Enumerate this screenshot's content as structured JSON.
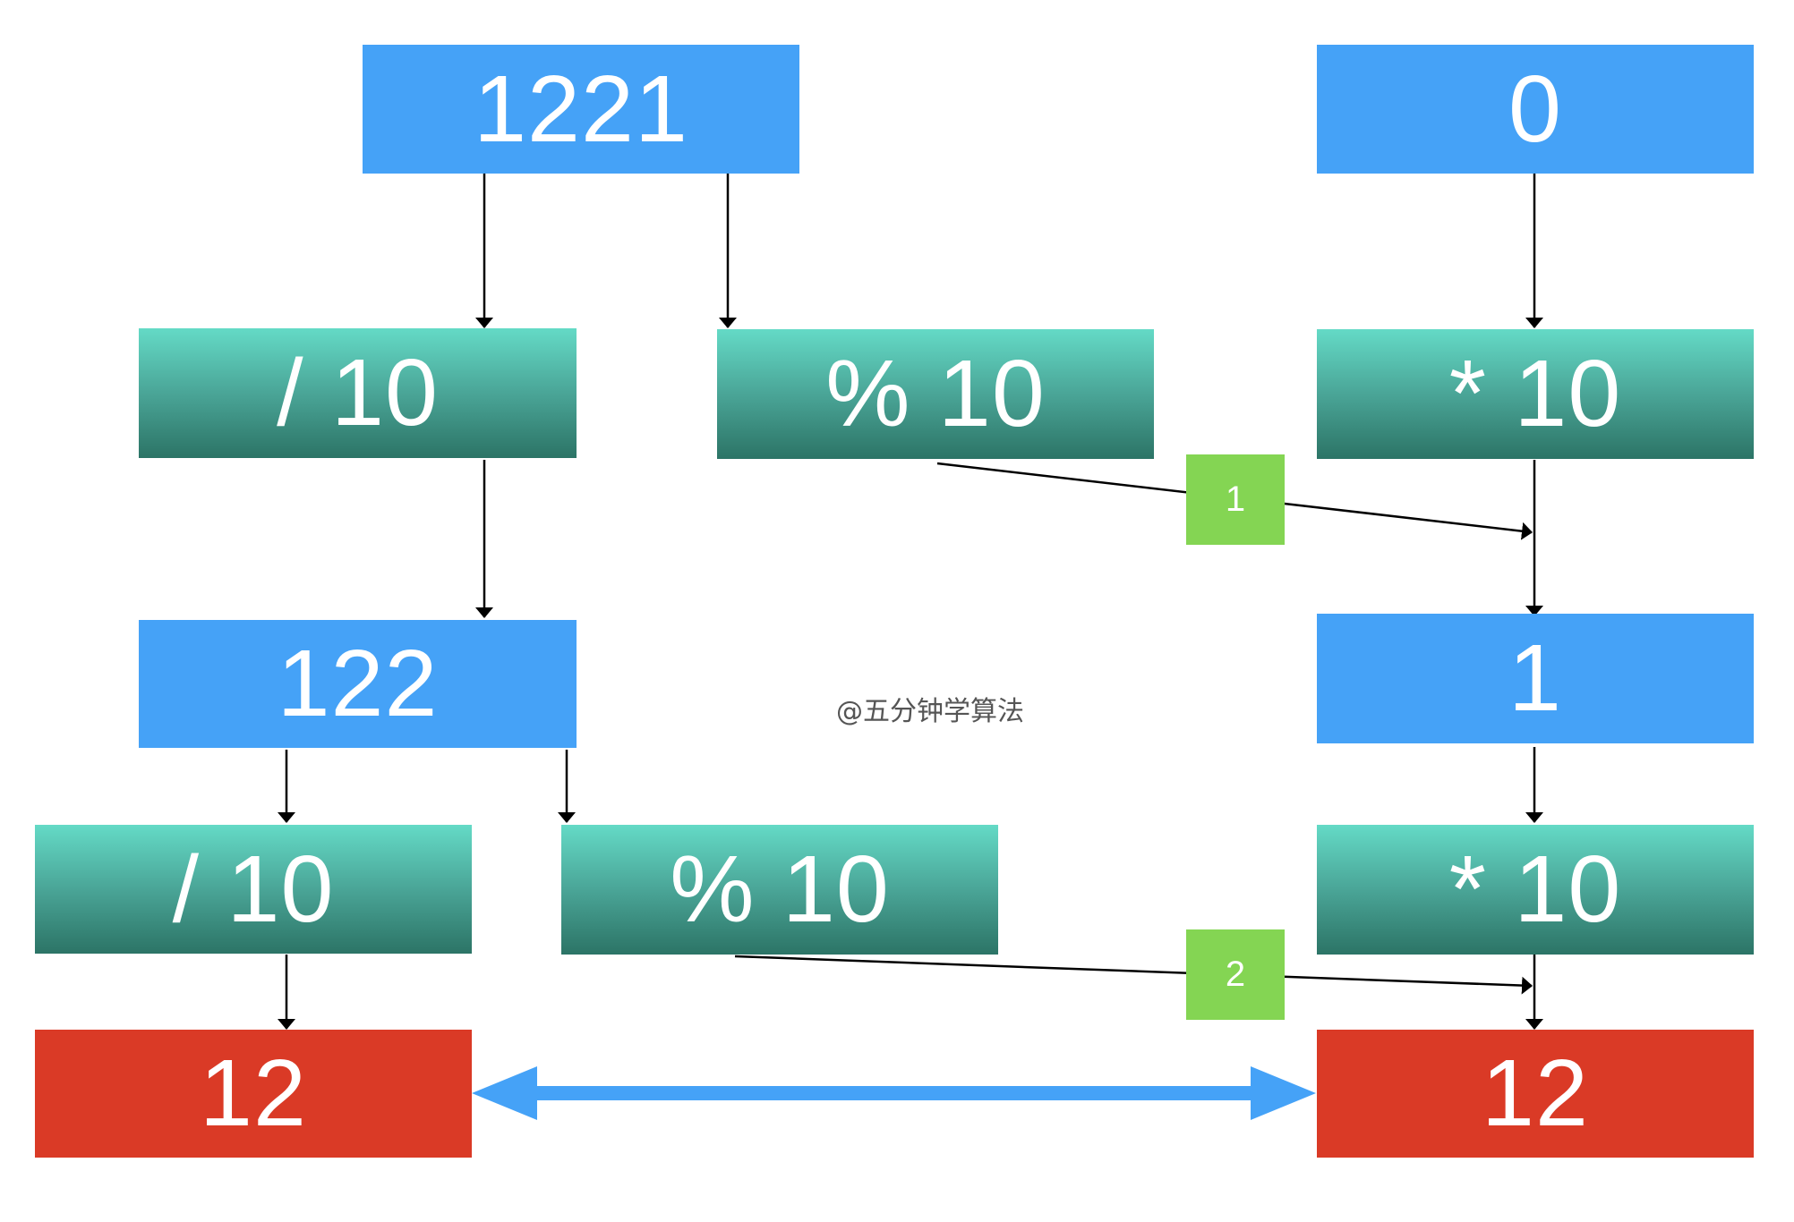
{
  "boxes": {
    "n1221": "1221",
    "n0": "0",
    "div10_a": "/ 10",
    "mod10_a": "% 10",
    "mul10_a": "* 10",
    "n122": "122",
    "n1": "1",
    "div10_b": "/ 10",
    "mod10_b": "% 10",
    "mul10_b": "* 10",
    "n12_left": "12",
    "n12_right": "12"
  },
  "step_labels": {
    "step1": "1",
    "step2": "2"
  },
  "watermark": "@五分钟学算法",
  "colors": {
    "blue": "#45a2f7",
    "teal_top": "#64dac6",
    "teal_bottom": "#2c7466",
    "red": "#da3a26",
    "green": "#84d553",
    "arrow": "#000000",
    "compare_arrow": "#45a2f7"
  }
}
